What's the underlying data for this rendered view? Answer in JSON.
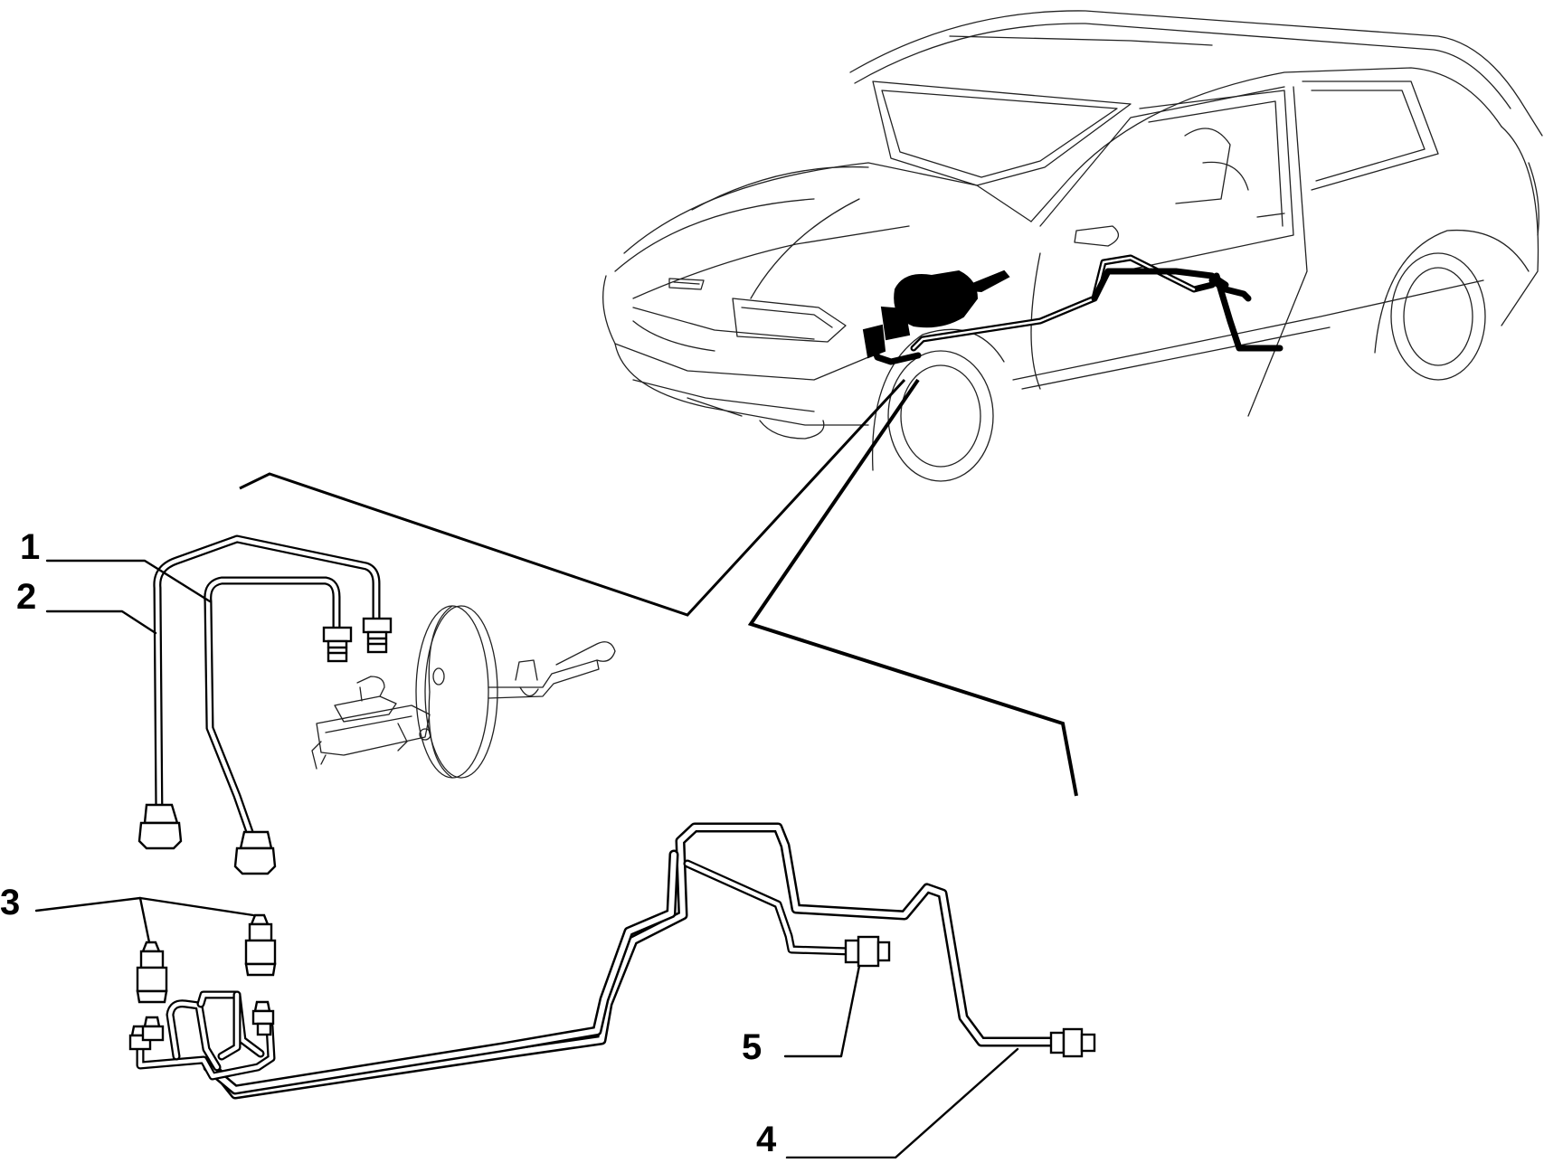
{
  "callouts": [
    {
      "id": "1",
      "label": "1"
    },
    {
      "id": "2",
      "label": "2"
    },
    {
      "id": "3",
      "label": "3"
    },
    {
      "id": "4",
      "label": "4"
    },
    {
      "id": "5",
      "label": "5"
    }
  ],
  "colors": {
    "ink": "#000000",
    "background": "#ffffff"
  },
  "icons": {
    "car": "car-outline-icon",
    "brake_booster": "brake-booster-icon"
  }
}
